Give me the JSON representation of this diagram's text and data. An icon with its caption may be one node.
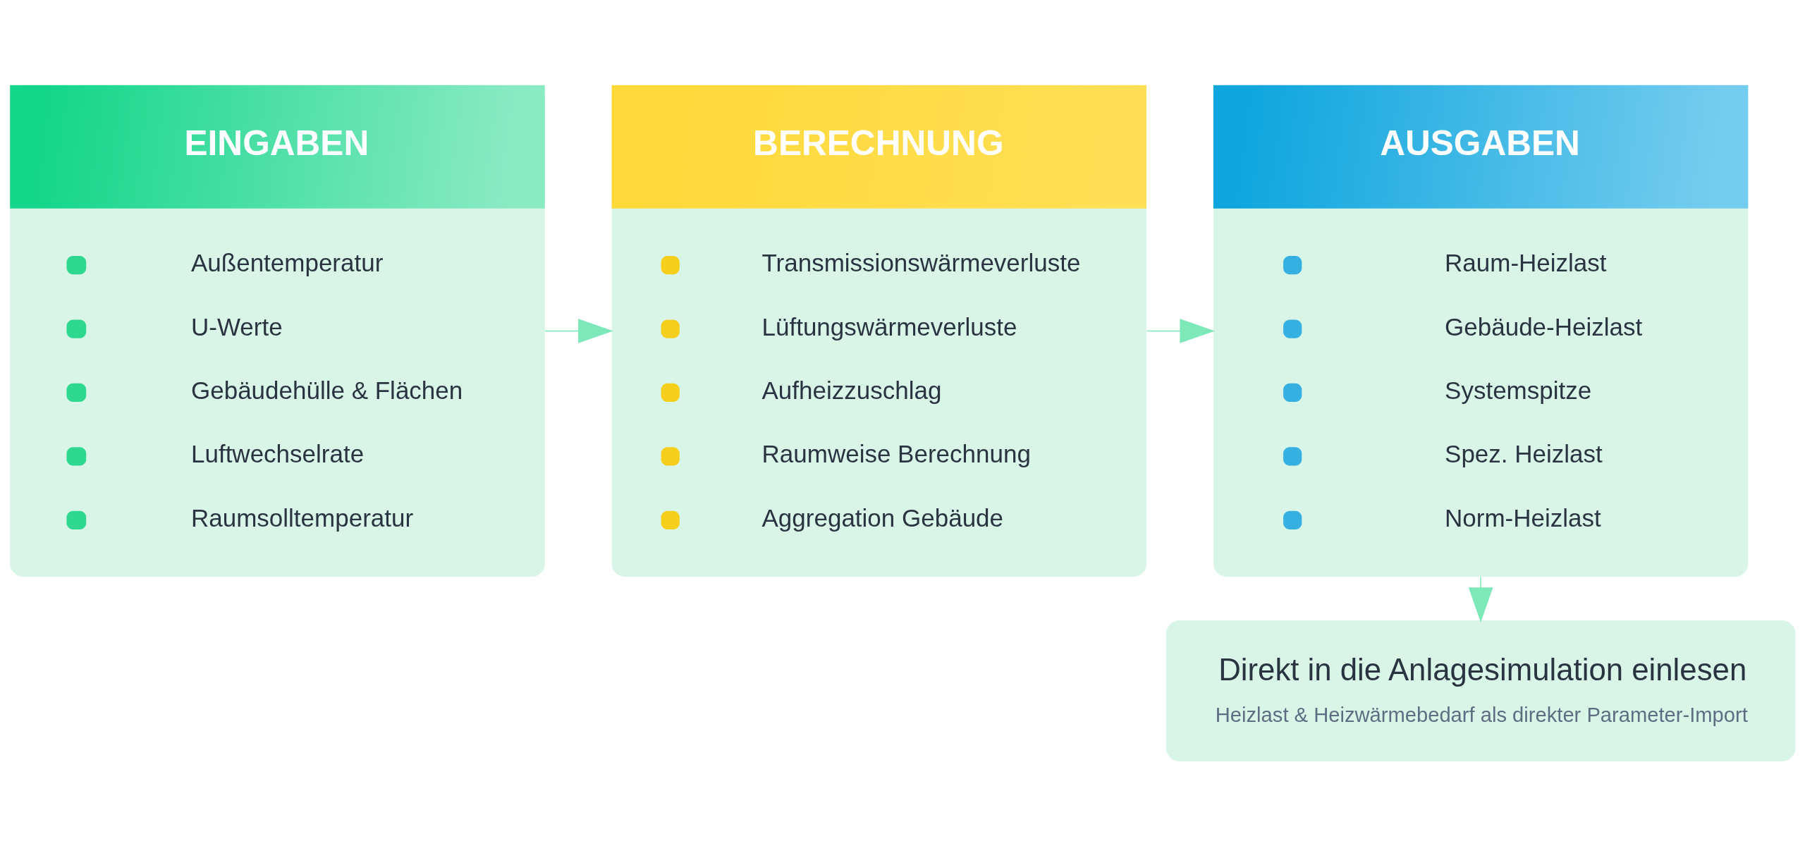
{
  "diagram": {
    "nodes": [
      {
        "text": [
          "EINGABEN",
          "Außentemperatur",
          "U-Werte",
          "Gebäudehülle & Flächen",
          "Luftwechselrate",
          "Raumsolltemperatur"
        ]
      },
      {
        "text": [
          "BERECHNUNG",
          "Transmissionswärmeverluste",
          "Lüftungswärmeverluste",
          "Aufheizzuschlag",
          "Raumweise Berechnung",
          "Aggregation Gebäude"
        ]
      },
      {
        "text": [
          "AUSGABEN",
          "Raum-Heizlast",
          "Gebäude-Heizlast",
          "Systemspitze",
          "Spez. Heizlast",
          "Norm-Heizlast"
        ]
      },
      {
        "text": [
          "Direkt in die Anlagesimulation einlesen",
          "Heizlast & Heizwärmebedarf als direkter Parameter-Import"
        ]
      }
    ],
    "edges": [
      {
        "from": 0,
        "to": 1,
        "arrow": "to"
      },
      {
        "from": 1,
        "to": 2,
        "arrow": "to"
      },
      {
        "from": 2,
        "to": 3,
        "arrow": "to"
      }
    ]
  }
}
